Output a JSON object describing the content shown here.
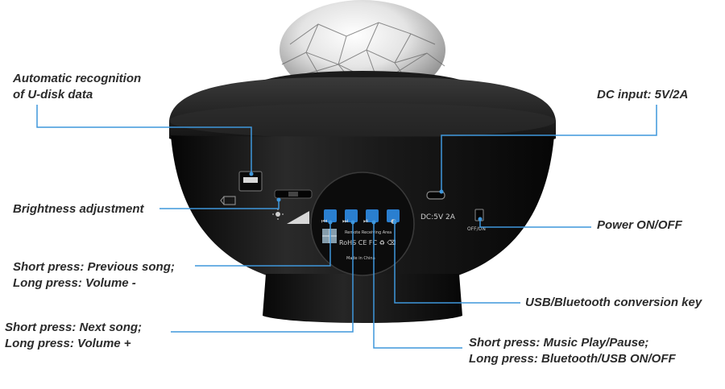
{
  "labels": {
    "usb_recognition": [
      "Automatic recognition",
      "of U-disk data"
    ],
    "dc_input": "DC input: 5V/2A",
    "brightness": "Brightness adjustment",
    "power": "Power ON/OFF",
    "previous": [
      "Short press: Previous song;",
      "Long press: Volume -"
    ],
    "conversion": "USB/Bluetooth conversion key",
    "next": [
      "Short press: Next song;",
      "Long press: Volume +"
    ],
    "play": [
      "Short press: Music Play/Pause;",
      "Long press: Bluetooth/USB ON/OFF"
    ]
  },
  "device_text": {
    "dc_port_label": "DC:5V 2A",
    "power_switch_label": "OFF/ON",
    "remote_area": "Remote Receiving Area",
    "made_in": "Made in China"
  },
  "colors": {
    "callout_line": "#3f97dc",
    "label_text": "#2b2b2b",
    "device_body": "#141414"
  }
}
